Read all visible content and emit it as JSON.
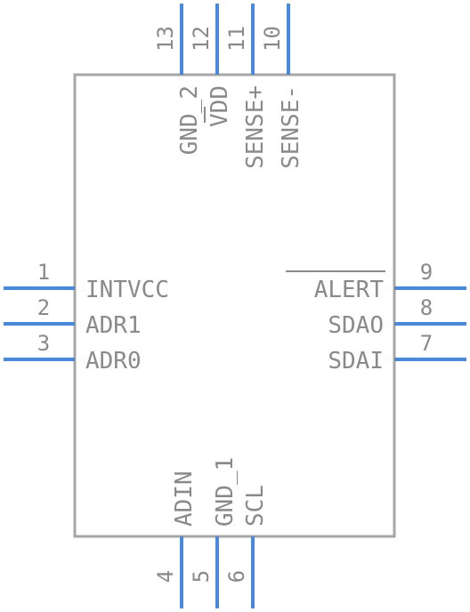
{
  "colors": {
    "pin": "#4a88d8",
    "body_outline": "#a6a6a6",
    "text": "#8a8a8a",
    "background": "#ffffff"
  },
  "pins": {
    "p1": {
      "number": "1",
      "name": "INTVCC"
    },
    "p2": {
      "number": "2",
      "name": "ADR1"
    },
    "p3": {
      "number": "3",
      "name": "ADR0"
    },
    "p4": {
      "number": "4",
      "name": "ADIN"
    },
    "p5": {
      "number": "5",
      "name": "GND_1"
    },
    "p6": {
      "number": "6",
      "name": "SCL"
    },
    "p7": {
      "number": "7",
      "name": "SDAI"
    },
    "p8": {
      "number": "8",
      "name": "SDAO"
    },
    "p9": {
      "number": "9",
      "name": "ALERT"
    },
    "p10": {
      "number": "10",
      "name": "SENSE-"
    },
    "p11": {
      "number": "11",
      "name": "SENSE+"
    },
    "p12": {
      "number": "12",
      "name": "VDD"
    },
    "p13": {
      "number": "13",
      "name": "GND_2"
    }
  }
}
